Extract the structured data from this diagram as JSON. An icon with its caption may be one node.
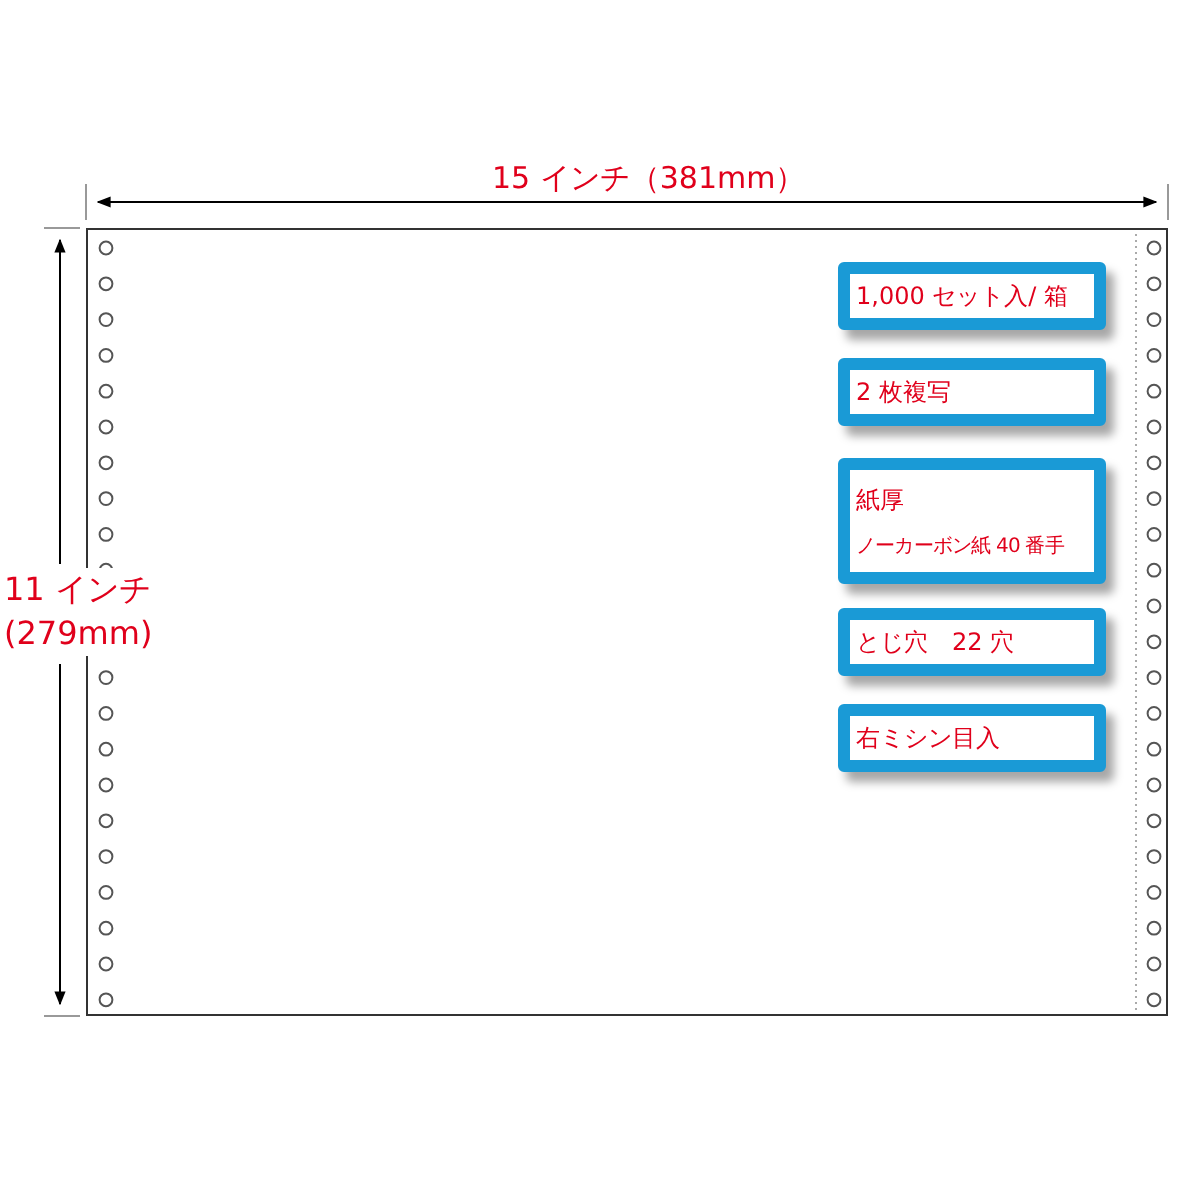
{
  "diagram": {
    "nodes": [
      {
        "text": [],
        "shape": "box"
      },
      {
        "text": [
          "1,000 セット入/ 箱"
        ],
        "in": 0
      },
      {
        "text": [
          "2 枚複写"
        ],
        "in": 0
      },
      {
        "text": [
          "紙厚",
          "ノーカーボン紙 40 番手"
        ],
        "in": 0
      },
      {
        "text": [
          "とじ穴　22 穴"
        ],
        "in": 0
      },
      {
        "text": [
          "右ミシン目入"
        ],
        "in": 0
      }
    ],
    "labels": [
      "15 インチ（381mm）",
      "11 インチ (279mm)"
    ]
  }
}
